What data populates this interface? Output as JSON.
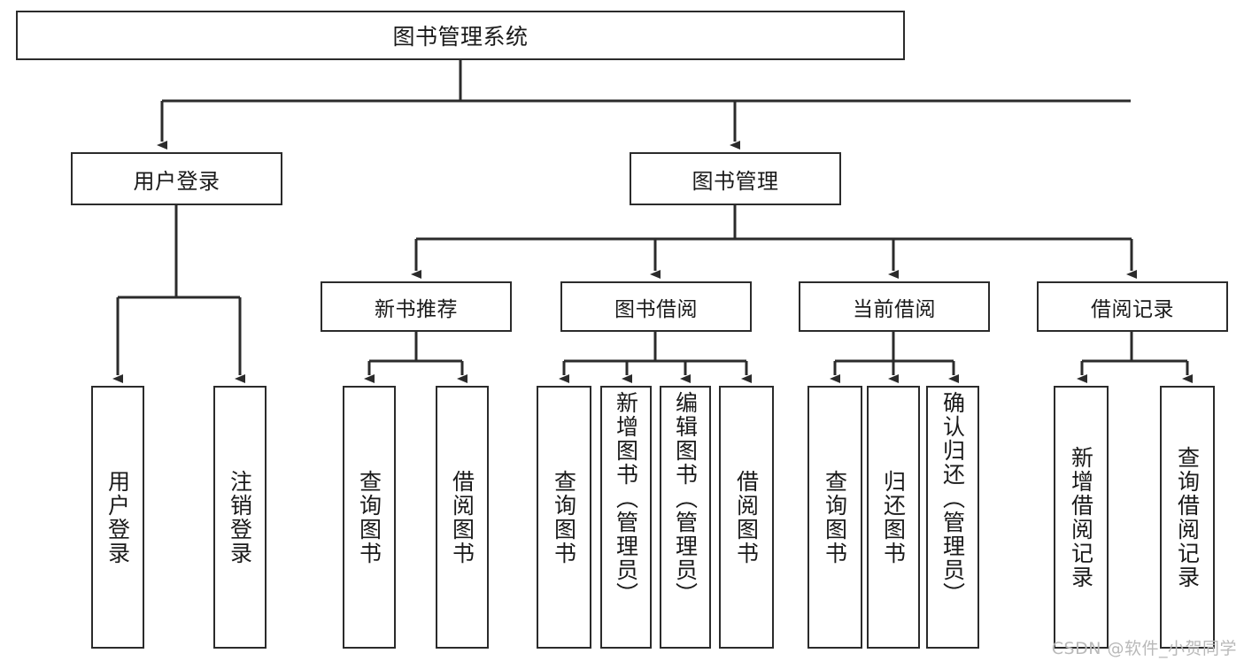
{
  "diagram": {
    "title": "图书管理系统",
    "type": "tree-hierarchy-diagram",
    "root": {
      "id": "root",
      "label": "图书管理系统"
    },
    "level1": [
      {
        "id": "user-login",
        "label": "用户登录"
      },
      {
        "id": "book-management",
        "label": "图书管理"
      }
    ],
    "level2": [
      {
        "id": "new-book-recommend",
        "label": "新书推荐",
        "parent": "book-management"
      },
      {
        "id": "book-borrow",
        "label": "图书借阅",
        "parent": "book-management"
      },
      {
        "id": "current-borrow",
        "label": "当前借阅",
        "parent": "book-management"
      },
      {
        "id": "borrow-record",
        "label": "借阅记录",
        "parent": "book-management"
      }
    ],
    "leaves": {
      "user-login": [
        {
          "id": "leaf-user-login",
          "label": "用户登录"
        },
        {
          "id": "leaf-user-logout",
          "label": "注销登录"
        }
      ],
      "new-book-recommend": [
        {
          "id": "leaf-query-book-1",
          "label": "查询图书"
        },
        {
          "id": "leaf-borrow-book-1",
          "label": "借阅图书"
        }
      ],
      "book-borrow": [
        {
          "id": "leaf-query-book-2",
          "label": "查询图书"
        },
        {
          "id": "leaf-add-book-admin",
          "label": "新增图书（管理员）"
        },
        {
          "id": "leaf-edit-book-admin",
          "label": "编辑图书（管理员）"
        },
        {
          "id": "leaf-borrow-book-2",
          "label": "借阅图书"
        }
      ],
      "current-borrow": [
        {
          "id": "leaf-query-book-3",
          "label": "查询图书"
        },
        {
          "id": "leaf-return-book",
          "label": "归还图书"
        },
        {
          "id": "leaf-confirm-return-admin",
          "label": "确认归还（管理员）"
        }
      ],
      "borrow-record": [
        {
          "id": "leaf-add-borrow-record",
          "label": "新增借阅记录"
        },
        {
          "id": "leaf-query-borrow-record",
          "label": "查询借阅记录"
        }
      ]
    }
  },
  "watermark": {
    "text": "CSDN @软件_小贺同学"
  },
  "colors": {
    "stroke": "#2b2b2b",
    "background": "#ffffff",
    "text": "#1a1a1a",
    "watermark": "#b9b9b9"
  }
}
